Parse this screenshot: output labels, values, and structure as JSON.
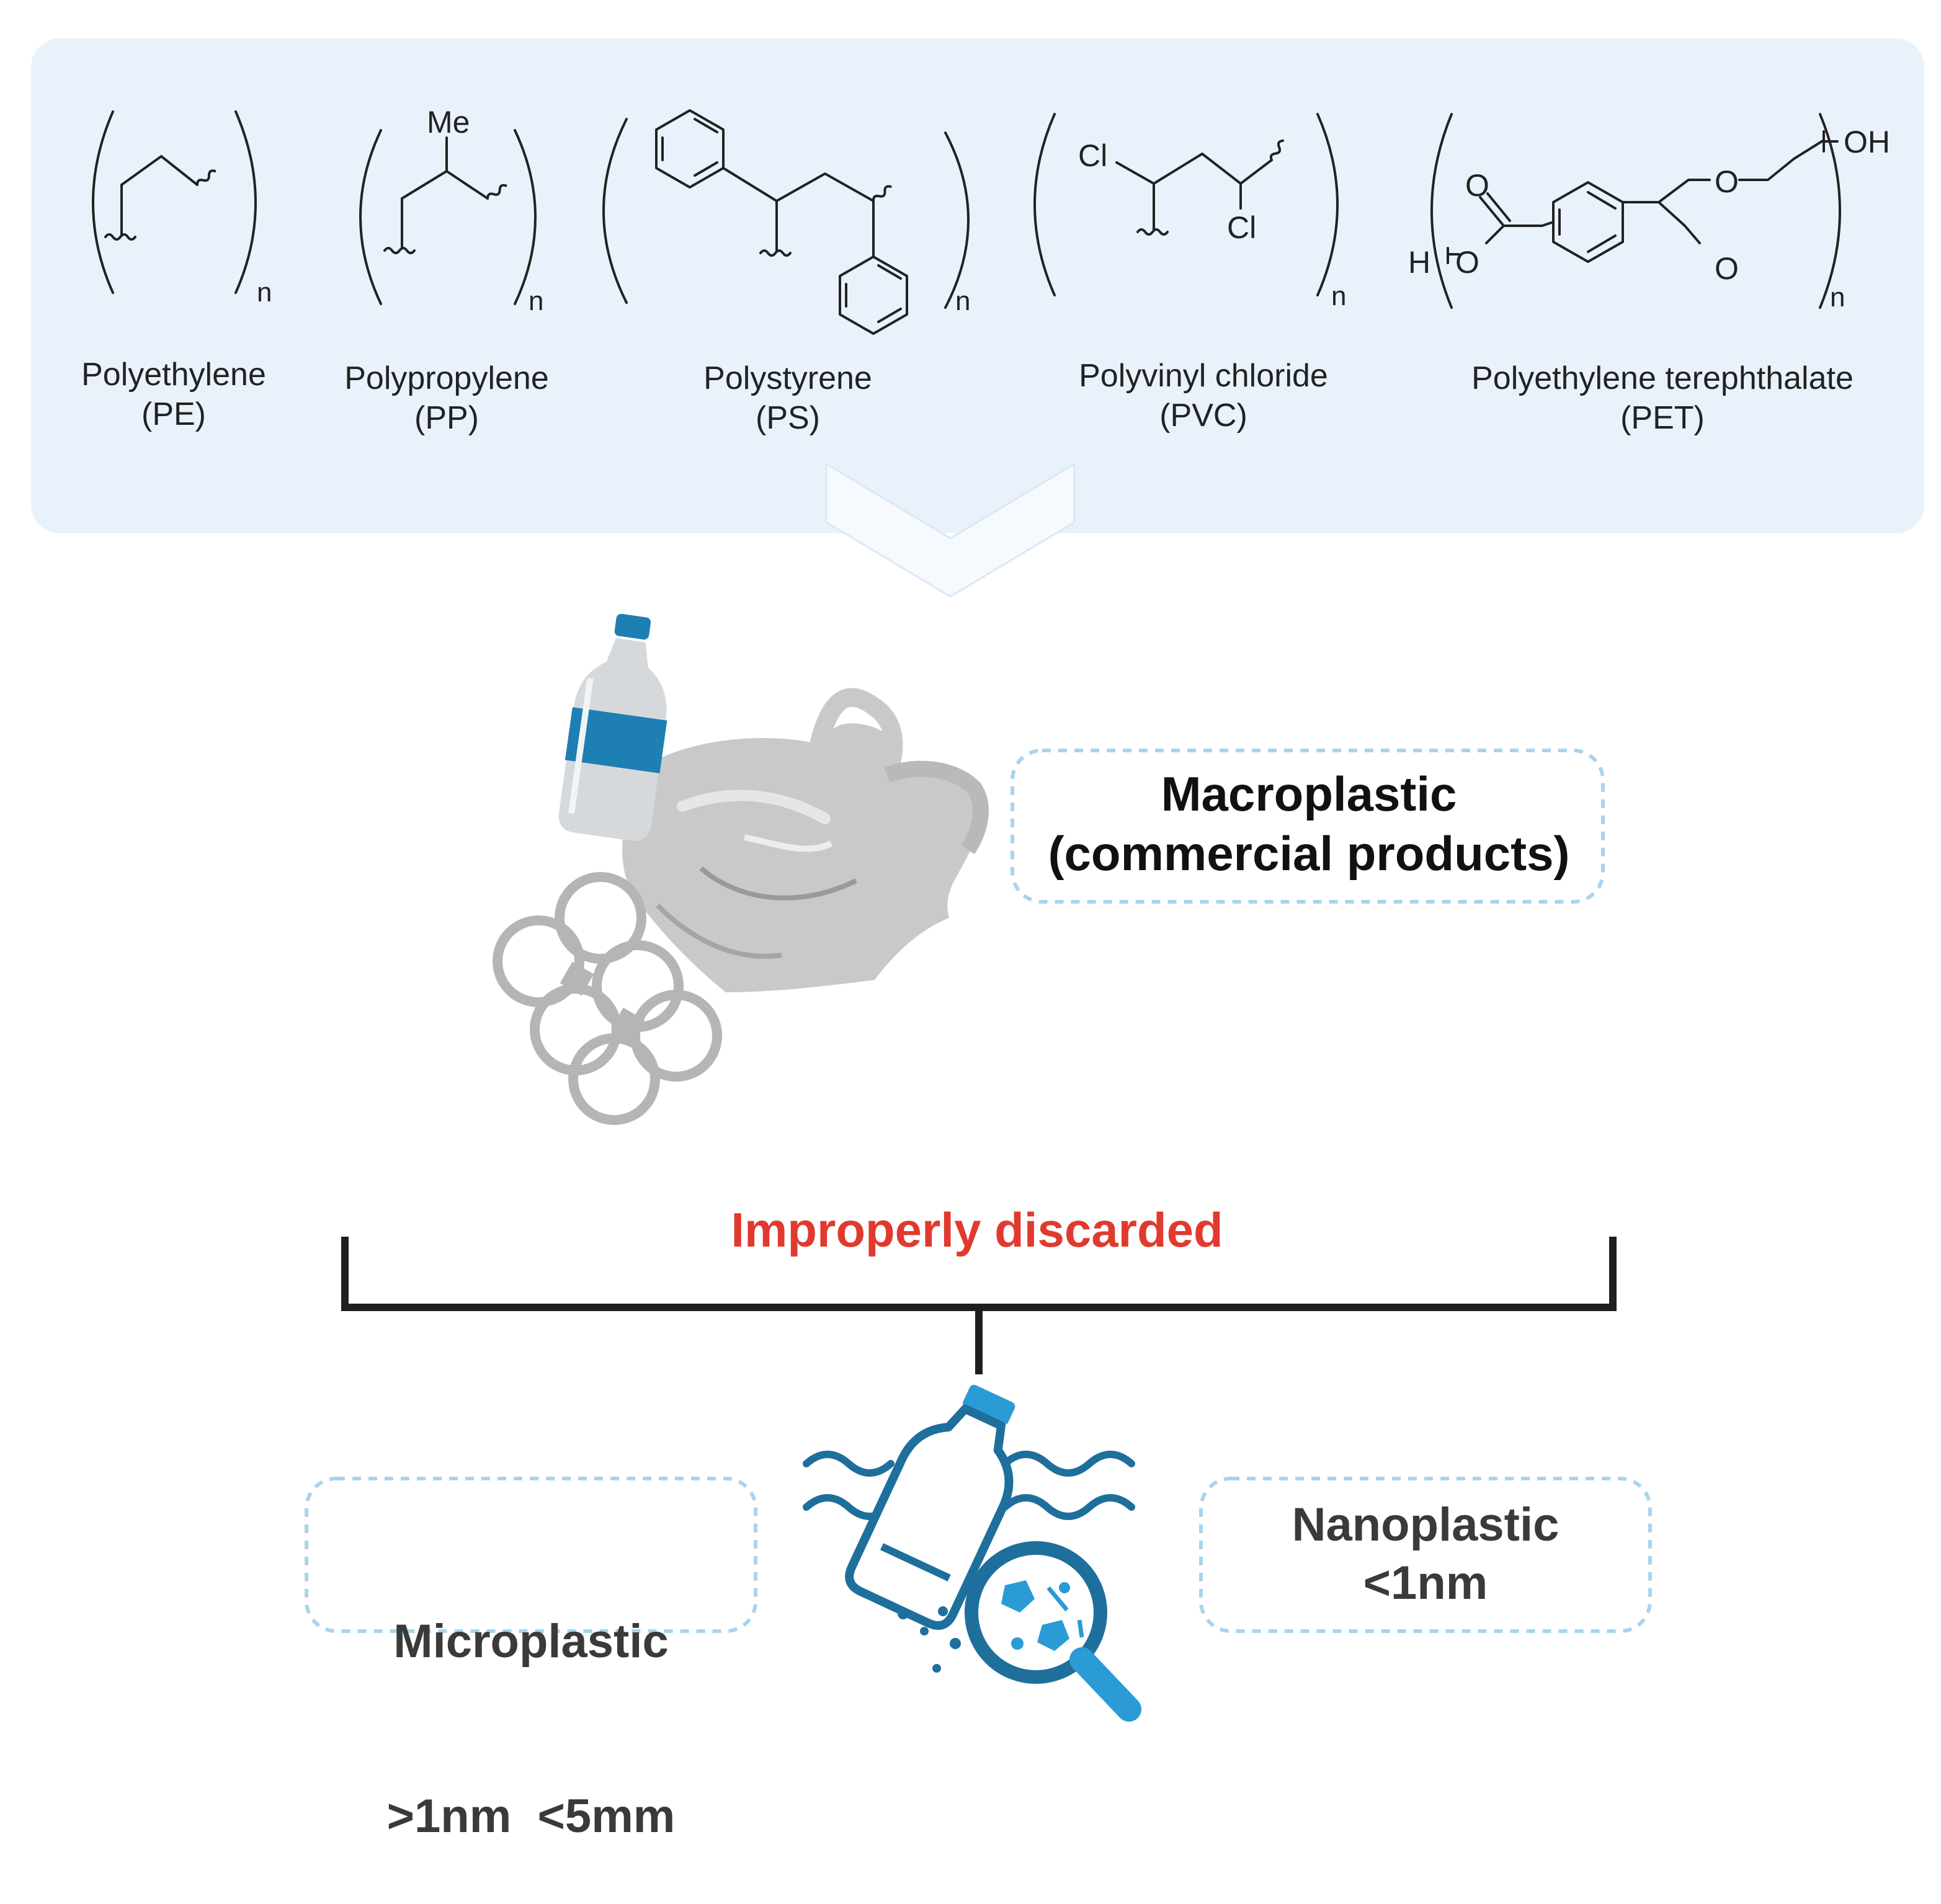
{
  "colors": {
    "panel_bg": "#e9f2fb",
    "arrow_fill": "#f6f9fd",
    "dashed_border": "#a9d4ec",
    "accent_red": "#e03a2f",
    "bottle_blue": "#1e7fb3",
    "micro_blue": "#2a86b8",
    "bag_grey": "#bdbdbd"
  },
  "polymers": [
    {
      "name": "Polyethylene",
      "abbr": "(PE)",
      "subscript": "n"
    },
    {
      "name": "Polypropylene",
      "abbr": "(PP)",
      "subscript": "n",
      "substituent": "Me"
    },
    {
      "name": "Polystyrene",
      "abbr": "(PS)",
      "subscript": "n"
    },
    {
      "name": "Polyvinyl chloride",
      "abbr": "(PVC)",
      "subscript": "n",
      "substituent_1": "Cl",
      "substituent_2": "Cl"
    },
    {
      "name": "Polyethylene terephthalate",
      "abbr": "(PET)",
      "subscript": "n",
      "end_group_left": "H",
      "end_group_right": "OH",
      "atom_o": "O"
    }
  ],
  "macroplastic": {
    "line1": "Macroplastic",
    "line2": "(commercial products)"
  },
  "discard_label": "Improperly discarded",
  "microplastic": {
    "line1": "Microplastic",
    "line2": ">1nm  <5mm"
  },
  "nanoplastic": {
    "line1": "Nanoplastic",
    "line2": "<1nm"
  }
}
